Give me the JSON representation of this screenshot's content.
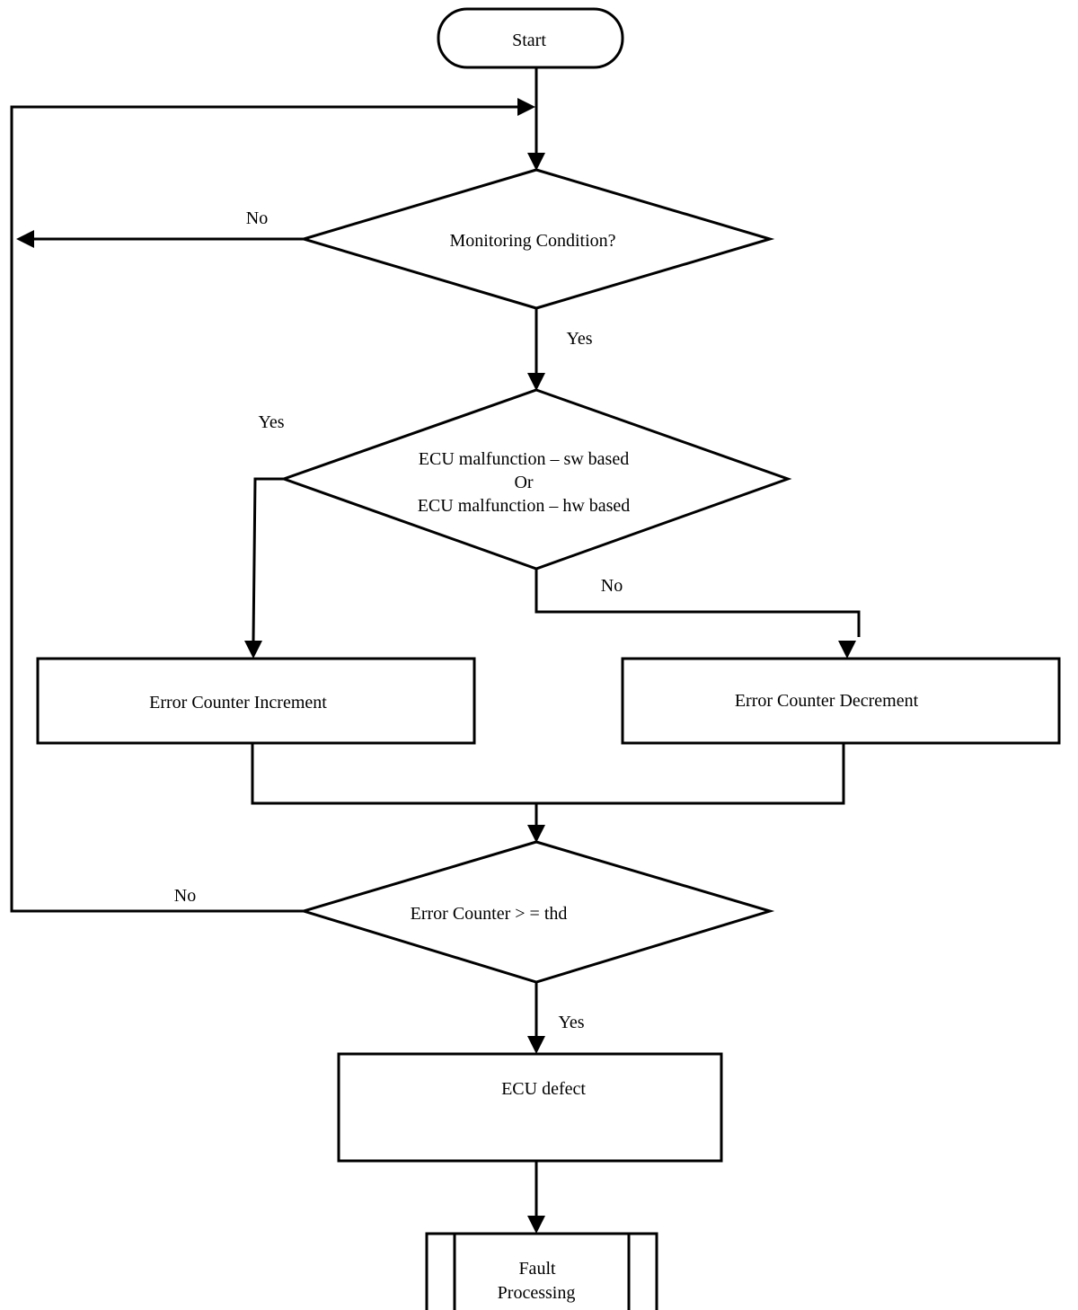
{
  "flowchart": {
    "start": "Start",
    "decision_monitoring": "Monitoring Condition?",
    "decision_malfunction": {
      "line1": "ECU malfunction – sw based",
      "line2": "Or",
      "line3": "ECU malfunction – hw based"
    },
    "process_increment": "Error Counter Increment",
    "process_decrement": "Error Counter Decrement",
    "decision_threshold": "Error Counter > = thd",
    "process_defect": "ECU defect",
    "subprocess_fault": {
      "line1": "Fault",
      "line2": "Processing"
    },
    "labels": {
      "monitoring_no": "No",
      "monitoring_yes": "Yes",
      "malfunction_yes": "Yes",
      "malfunction_no": "No",
      "threshold_no": "No",
      "threshold_yes": "Yes"
    }
  },
  "colors": {
    "stroke": "#000000",
    "fill": "#ffffff"
  }
}
